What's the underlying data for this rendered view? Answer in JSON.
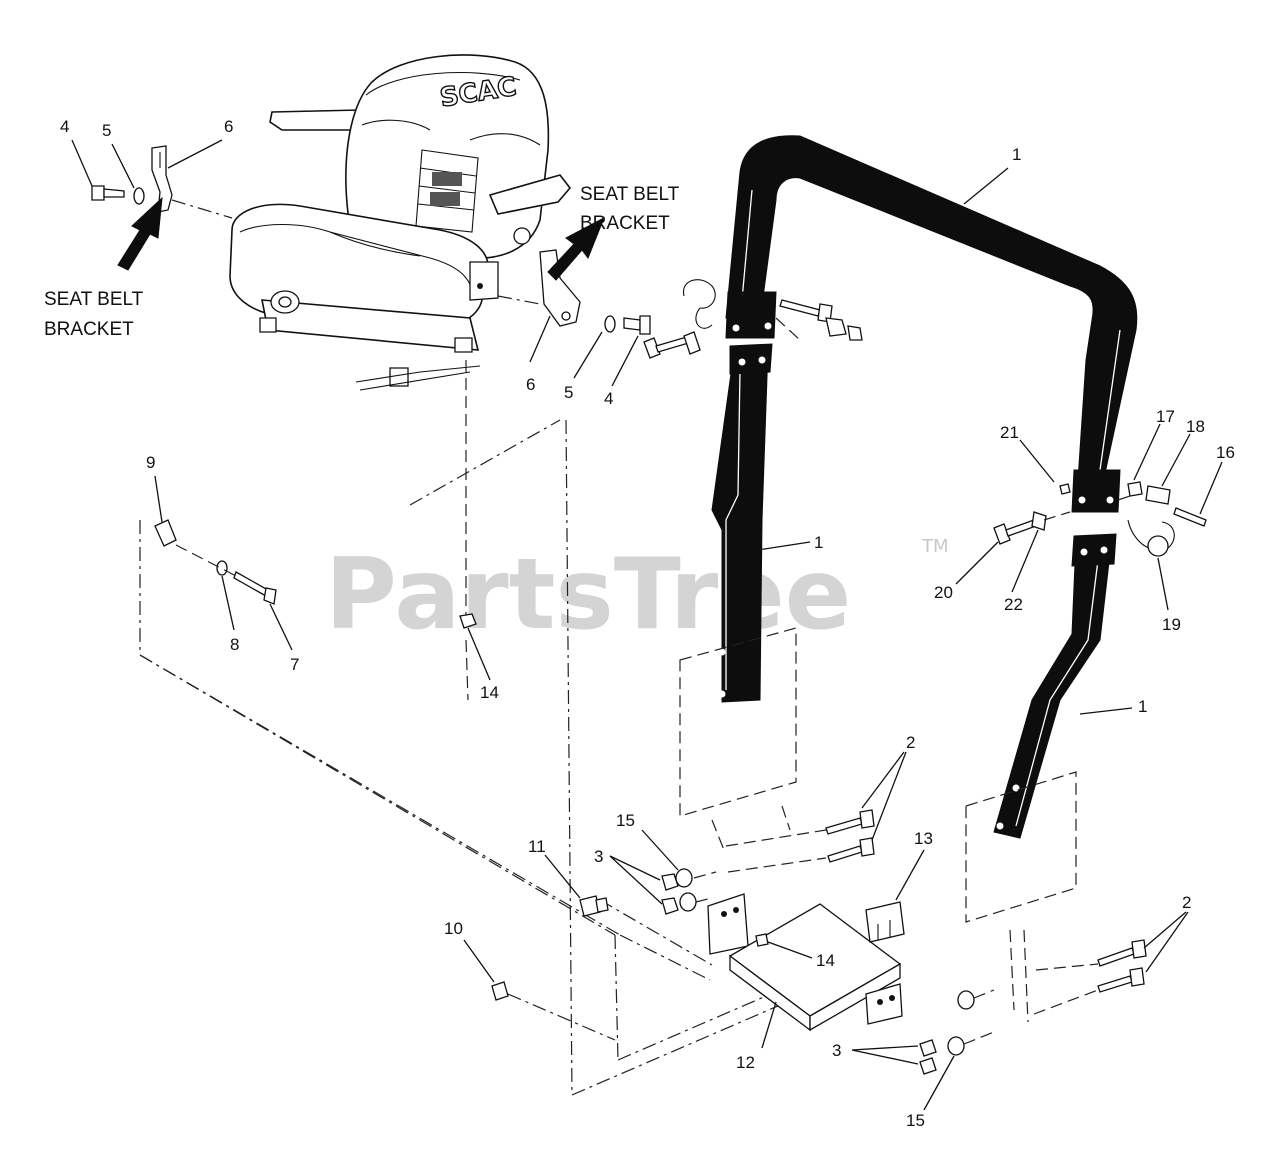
{
  "watermark": {
    "text": "PartsTree",
    "tm": "TM"
  },
  "seat": {
    "brand": "SCAC"
  },
  "labels": {
    "seat_belt_left": [
      "SEAT BELT",
      "BRACKET"
    ],
    "seat_belt_right": [
      "SEAT BELT",
      "BRACKET"
    ]
  },
  "callouts": [
    {
      "id": "c4a",
      "text": "4"
    },
    {
      "id": "c5a",
      "text": "5"
    },
    {
      "id": "c6a",
      "text": "6"
    },
    {
      "id": "c6b",
      "text": "6"
    },
    {
      "id": "c5b",
      "text": "5"
    },
    {
      "id": "c4b",
      "text": "4"
    },
    {
      "id": "c1a",
      "text": "1"
    },
    {
      "id": "c1b",
      "text": "1"
    },
    {
      "id": "c1c",
      "text": "1"
    },
    {
      "id": "c9",
      "text": "9"
    },
    {
      "id": "c8",
      "text": "8"
    },
    {
      "id": "c7",
      "text": "7"
    },
    {
      "id": "c14a",
      "text": "14"
    },
    {
      "id": "c21",
      "text": "21"
    },
    {
      "id": "c17",
      "text": "17"
    },
    {
      "id": "c18",
      "text": "18"
    },
    {
      "id": "c16",
      "text": "16"
    },
    {
      "id": "c20",
      "text": "20"
    },
    {
      "id": "c22",
      "text": "22"
    },
    {
      "id": "c19",
      "text": "19"
    },
    {
      "id": "c2a",
      "text": "2"
    },
    {
      "id": "c15a",
      "text": "15"
    },
    {
      "id": "c3a",
      "text": "3"
    },
    {
      "id": "c11",
      "text": "11"
    },
    {
      "id": "c13",
      "text": "13"
    },
    {
      "id": "c14b",
      "text": "14"
    },
    {
      "id": "c10",
      "text": "10"
    },
    {
      "id": "c12",
      "text": "12"
    },
    {
      "id": "c2b",
      "text": "2"
    },
    {
      "id": "c3b",
      "text": "3"
    },
    {
      "id": "c15b",
      "text": "15"
    }
  ]
}
